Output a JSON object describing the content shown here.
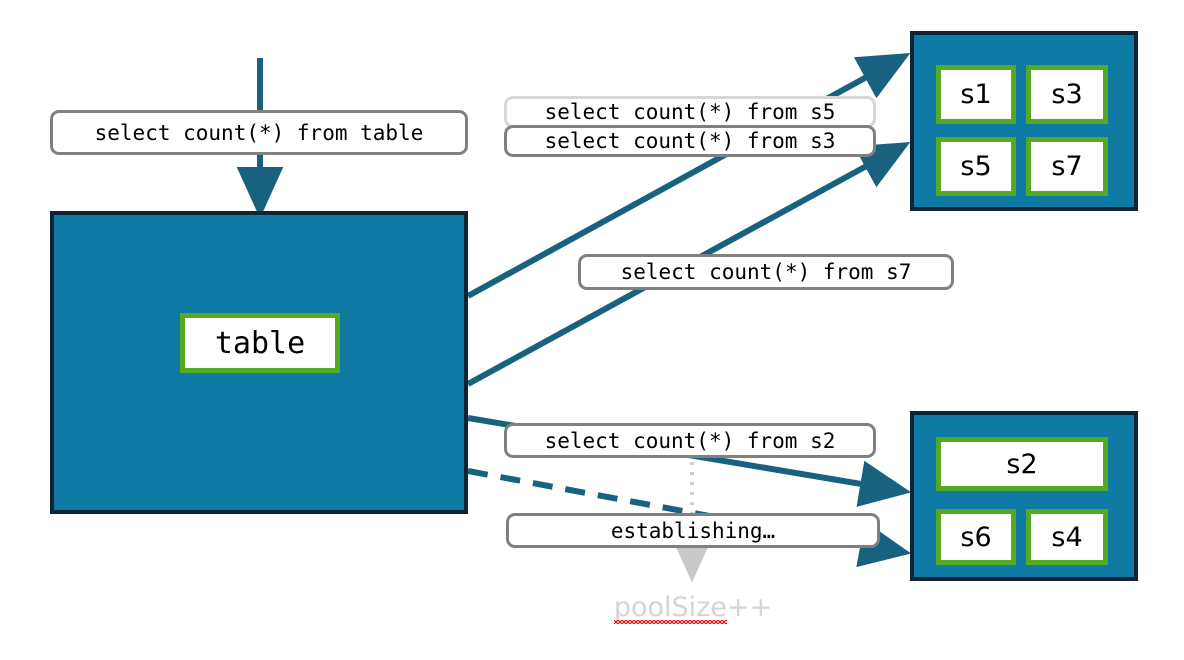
{
  "diagram": {
    "title": "connection-pool-query-routing",
    "colors": {
      "panel_fill": "#0F7BA5",
      "panel_border": "#0C2433",
      "node_border": "#56A923",
      "arrow": "#18627F",
      "pill_border": "#808080",
      "pill_border_light": "#d6d6d6",
      "muted_text": "#d4d4d4",
      "spell_error": "#ff0000"
    }
  },
  "source_panel": {
    "name": "table-panel",
    "node_label": "table"
  },
  "pool_top": {
    "name": "connection-pool-top",
    "nodes": [
      "s1",
      "s3",
      "s5",
      "s7"
    ]
  },
  "pool_bottom": {
    "name": "connection-pool-bottom",
    "nodes": [
      "s2",
      "s6",
      "s4"
    ]
  },
  "labels": {
    "input_query": "select count(*) from table",
    "query_s5": "select count(*) from s5",
    "query_s3": "select count(*) from s3",
    "query_s7": "select count(*) from s7",
    "query_s2": "select count(*) from s2",
    "establishing": "establishing…"
  },
  "annotation": {
    "pool_size_prefix": "poolSize",
    "pool_size_suffix": "++"
  }
}
